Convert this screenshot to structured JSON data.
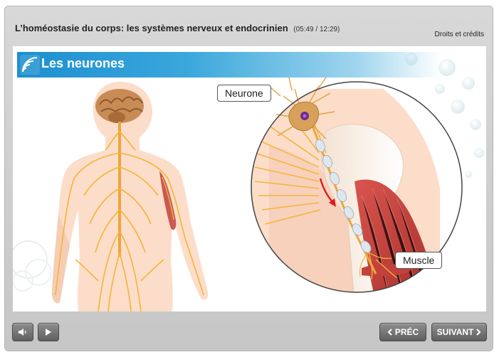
{
  "header": {
    "title": "L’homéostasie du corps: les systèmes nerveux et endocrinien",
    "timecode": "(05:49 / 12:29)",
    "credits_link": "Droits et crédits"
  },
  "slide": {
    "title": "Les neurones",
    "labels": {
      "neurone": "Neurone",
      "muscle": "Muscle"
    }
  },
  "controls": {
    "sound_icon": "speaker-icon",
    "play_icon": "play-icon",
    "prev_label": "PRÉC",
    "next_label": "SUIVANT"
  },
  "colors": {
    "player_bg": "#cdcdcd",
    "banner_blue": "#1d8fcf",
    "skin": "#f9d9c3",
    "nerves": "#f5b437",
    "muscle_red": "#c2413d",
    "button_gray": "#6f6f6f"
  }
}
